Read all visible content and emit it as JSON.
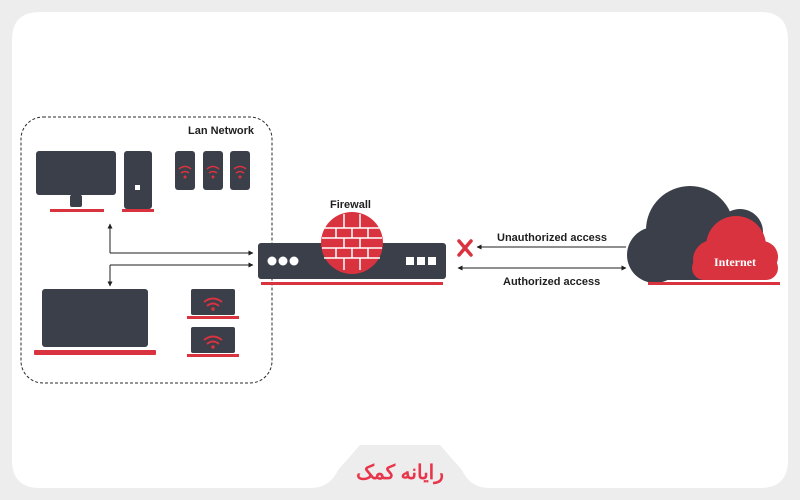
{
  "lan": {
    "title": "Lan Network"
  },
  "firewall": {
    "title": "Firewall"
  },
  "links": {
    "unauthorized": "Unauthorized access",
    "authorized": "Authorized access"
  },
  "internet": {
    "label": "Internet"
  },
  "brand": {
    "name": "رایانه کمک"
  },
  "colors": {
    "background": "#ededed",
    "panel": "#ffffff",
    "device": "#3a3f4a",
    "accent": "#d8333f",
    "text": "#1f1f1f"
  },
  "icons": [
    "monitor-icon",
    "pc-tower-icon",
    "smartphone-icon",
    "laptop-icon",
    "wifi-icon",
    "brick-wall-icon",
    "cloud-icon",
    "block-x-icon"
  ]
}
